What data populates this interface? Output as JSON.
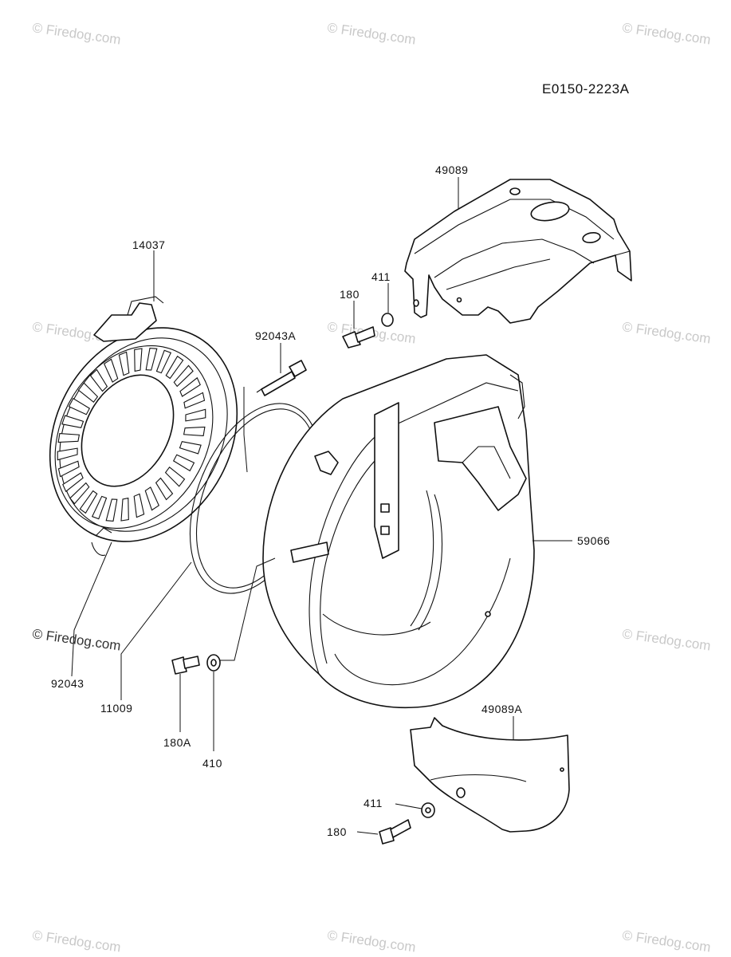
{
  "diagram_code": "E0150-2223A",
  "watermark": "© Firedog.com",
  "parts": {
    "p49089": "49089",
    "p14037": "14037",
    "p411_top": "411",
    "p180_top": "180",
    "p92043A": "92043A",
    "p59066": "59066",
    "p92043": "92043",
    "p11009": "11009",
    "p180A": "180A",
    "p410": "410",
    "p49089A": "49089A",
    "p411_bottom": "411",
    "p180_bottom": "180"
  }
}
